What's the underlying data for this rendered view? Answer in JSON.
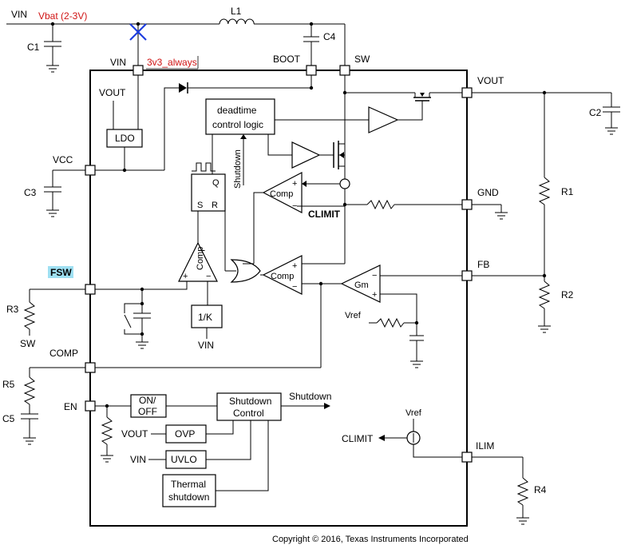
{
  "annotations": {
    "vbat": "Vbat (2-3V)",
    "v3v3": "3v3_always",
    "fsw_highlight": "FSW",
    "highlight_color": "#9fe0f2",
    "annotation_color": "#d01414",
    "cross_color": "#1f3fe0"
  },
  "external": {
    "vin_in": "VIN",
    "l1": "L1",
    "c1": "C1",
    "c4": "C4",
    "c2": "C2",
    "c3": "C3",
    "r1": "R1",
    "r2": "R2",
    "r3": "R3",
    "r3_sw": "SW",
    "r5": "R5",
    "c5": "C5",
    "r4": "R4"
  },
  "pins": {
    "vin": "VIN",
    "boot": "BOOT",
    "sw": "SW",
    "vout": "VOUT",
    "vcc": "VCC",
    "gnd": "GND",
    "fb": "FB",
    "compp": "COMP",
    "en": "EN",
    "ilim": "ILIM"
  },
  "blocks": {
    "ldo": "LDO",
    "ldo_vout": "VOUT",
    "deadtime_1": "deadtime",
    "deadtime_2": "control logic",
    "shutdown_vert": "Shutdown",
    "comp": "Comp",
    "climit": "CLIMIT",
    "gm": "Gm",
    "vref": "Vref",
    "one_over_k": "1/K",
    "vin_bottom": "VIN",
    "latch_s": "S",
    "latch_r": "R",
    "latch_q": "Q",
    "onoff_1": "ON/",
    "onoff_2": "OFF",
    "sd_ctrl_1": "Shutdown",
    "sd_ctrl_2": "Control",
    "sd_out": "Shutdown",
    "ovp": "OVP",
    "ovp_vout": "VOUT",
    "uvlo": "UVLO",
    "uvlo_vin": "VIN",
    "thermal_1": "Thermal",
    "thermal_2": "shutdown",
    "ilim_vref": "Vref",
    "ilim_climit": "CLIMIT",
    "plus": "+",
    "minus": "−"
  },
  "footer": {
    "copyright": "Copyright © 2016, Texas Instruments Incorporated"
  }
}
